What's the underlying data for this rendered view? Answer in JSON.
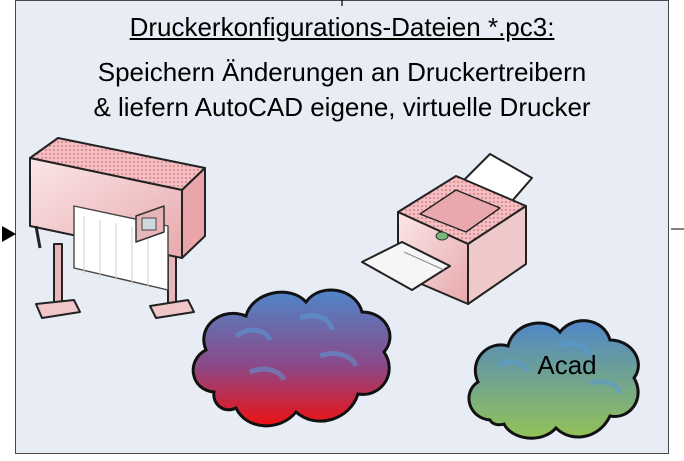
{
  "title": "Druckerkonfigurations-Dateien *.pc3:",
  "line1": "Speichern Änderungen an Druckertreibern",
  "line2": "& liefern AutoCAD eigene, virtuelle Drucker",
  "cloud_label": "Acad",
  "colors": {
    "panel_bg": "#e8edf5",
    "printer_pink": "#f4c6c8",
    "cloud_red": "#e8161a",
    "cloud_blue": "#4f86c8",
    "cloud_green": "#8cc05a"
  },
  "icons": [
    "plotter-icon",
    "laser-printer-icon",
    "red-cloud-icon",
    "green-cloud-icon",
    "arrow-left-icon"
  ]
}
